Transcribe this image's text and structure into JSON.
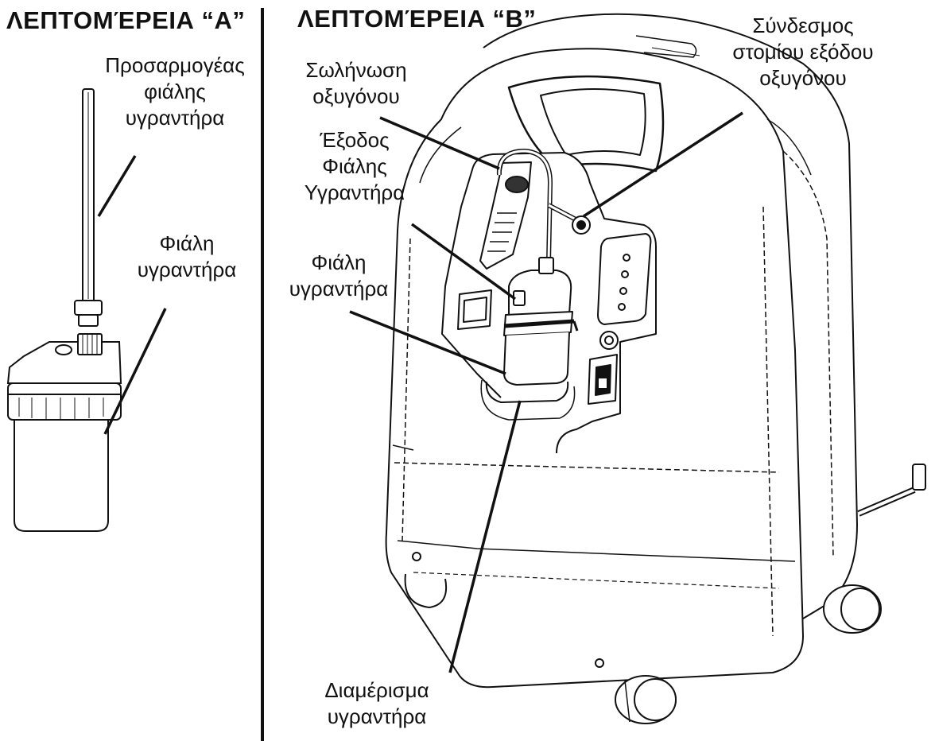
{
  "headers": {
    "detail_a": "ΛΕΠΤΟΜΈΡΕΙΑ “A”",
    "detail_b": "ΛΕΠΤΟΜΈΡΕΙΑ “B”"
  },
  "labels": {
    "humidifier_bottle_adapter": [
      "Προσαρμογέας",
      "φιάλης",
      "υγραντήρα"
    ],
    "humidifier_bottle_a": [
      "Φιάλη",
      "υγραντήρα"
    ],
    "oxygen_tubing": [
      "Σωλήνωση",
      "οξυγόνου"
    ],
    "humidifier_bottle_outlet": [
      "Έξοδος",
      "Φιάλης",
      "Υγραντήρα"
    ],
    "humidifier_bottle_b": [
      "Φιάλη",
      "υγραντήρα"
    ],
    "oxygen_outlet_port_connector": [
      "Σύνδεσμος",
      "στομίου εξόδου",
      "οξυγόνου"
    ],
    "humidifier_compartment": [
      "Διαμέρισμα",
      "υγραντήρα"
    ]
  },
  "colors": {
    "line": "#111111",
    "background": "#ffffff"
  }
}
